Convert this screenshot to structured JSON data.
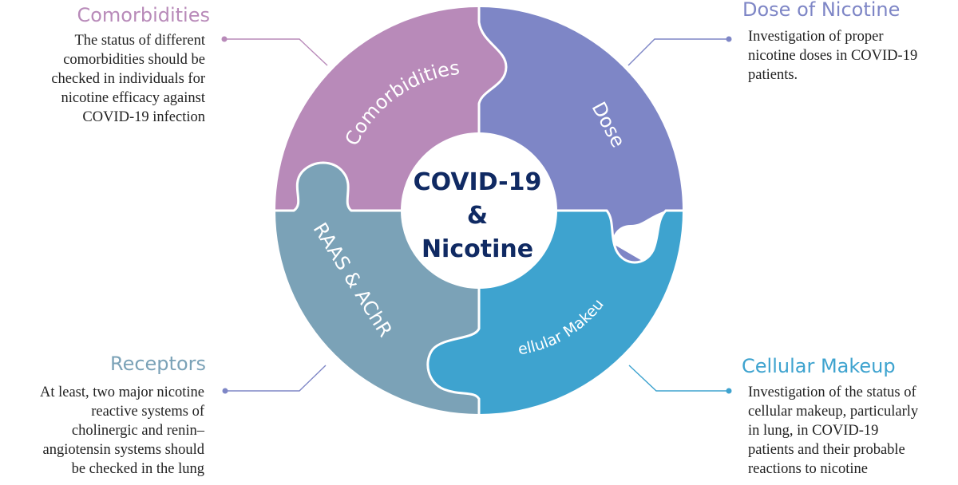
{
  "colors": {
    "comorbidities": "#b88ab9",
    "dose": "#7e86c6",
    "cellular": "#3ea3cf",
    "receptors": "#7ba2b7",
    "center_text": "#102a63",
    "description": "#222222"
  },
  "center": {
    "line1": "COVID-19",
    "line2": "&",
    "line3": "Nicotine"
  },
  "pieces": {
    "comorbidities": "Comorbidities",
    "dose": "Dose",
    "cellular": "Cellular Makeup",
    "receptors": "RAAS & AChR"
  },
  "callouts": {
    "comorbidities": {
      "title": "Comorbidities",
      "lines": [
        "The status of different",
        "comorbidities should be",
        "checked in individuals for",
        "nicotine efficacy against",
        "COVID-19 infection"
      ]
    },
    "dose": {
      "title": "Dose of Nicotine",
      "lines": [
        "Investigation of proper",
        "nicotine doses in COVID-19",
        "patients."
      ]
    },
    "receptors": {
      "title": "Receptors",
      "lines": [
        "At least, two major nicotine",
        "reactive systems of",
        "cholinergic and renin–",
        "angiotensin  systems should",
        "be checked in the lung"
      ]
    },
    "cellular": {
      "title": "Cellular Makeup",
      "lines": [
        "Investigation of the status of",
        "cellular makeup, particularly",
        "in lung, in COVID-19",
        "patients and their probable",
        "reactions to nicotine"
      ]
    }
  }
}
